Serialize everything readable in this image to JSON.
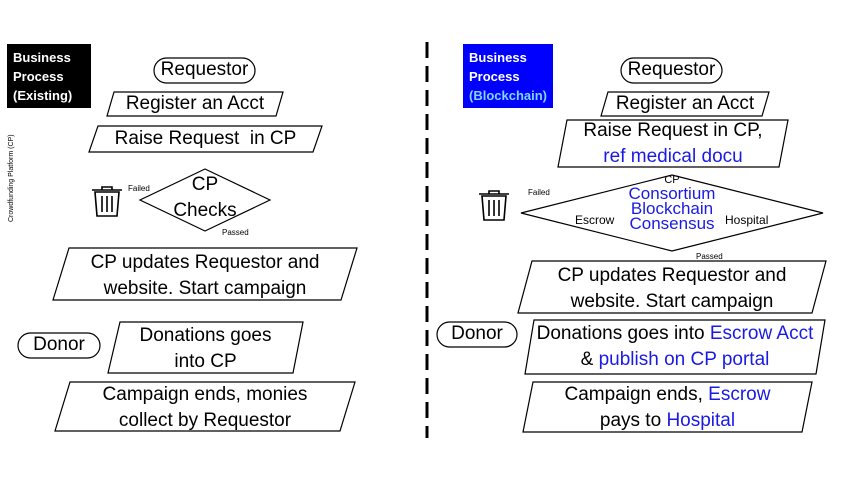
{
  "colors": {
    "existing_badge": "#000000",
    "blockchain_badge": "#0000ff",
    "accent_text": "#1a1ae6",
    "divider": "#000000"
  },
  "left": {
    "badge": [
      "Business",
      "Process",
      "(Existing)"
    ],
    "side_label": "Crowdfunding Platform (CP)",
    "requestor": "Requestor",
    "register": "Register an Acct",
    "raise": "Raise Request  in CP",
    "check": [
      "CP",
      "Checks"
    ],
    "failed": "Failed",
    "passed": "Passed",
    "update": [
      "CP updates Requestor and",
      "website. Start campaign"
    ],
    "donor": "Donor",
    "donations": [
      "Donations goes",
      "into CP"
    ],
    "ends": [
      "Campaign ends, monies",
      "collect by Requestor"
    ],
    "icon": "trash-icon"
  },
  "right": {
    "badge": [
      "Business",
      "Process",
      "(Blockchain)"
    ],
    "requestor": "Requestor",
    "register": "Register an Acct",
    "raise": [
      "Raise Request in CP,",
      "ref medical docu"
    ],
    "check_top": "CP",
    "check": [
      "Consortium",
      "Blockchain",
      "Consensus"
    ],
    "escrow": "Escrow",
    "hospital": "Hospital",
    "failed": "Failed",
    "passed": "Passed",
    "update": [
      "CP updates Requestor and",
      "website. Start campaign"
    ],
    "donor": "Donor",
    "donations_1a": "Donations goes into ",
    "donations_1b": "Escrow Acct",
    "donations_2a": "& ",
    "donations_2b": "publish on CP portal",
    "ends_1a": "Campaign ends, ",
    "ends_1b": "Escrow",
    "ends_2a": "pays to ",
    "ends_2b": "Hospital",
    "icon": "trash-icon"
  }
}
